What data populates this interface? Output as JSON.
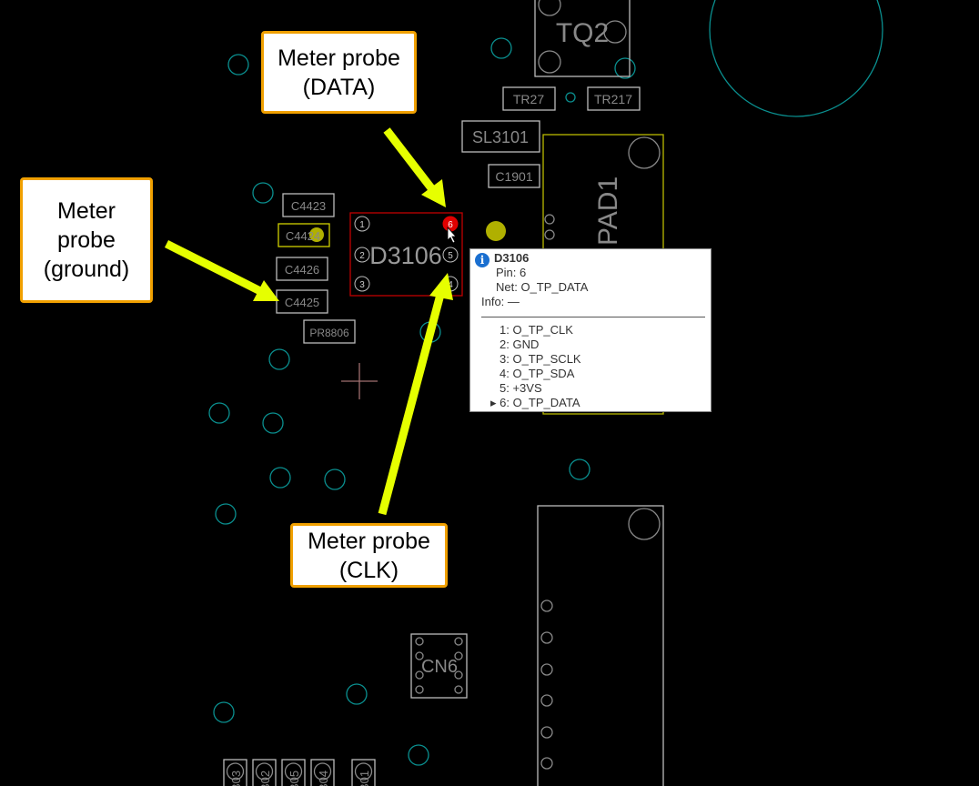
{
  "board": {
    "components": {
      "tq2": "TQ2",
      "tr27": "TR27",
      "tr217": "TR217",
      "sl3101": "SL3101",
      "c1901": "C1901",
      "pad1": "PAD1",
      "c4423": "C4423",
      "c4424": "C4424",
      "c4426": "C4426",
      "c4425": "C4425",
      "pr8806": "PR8806",
      "d3106": "D3106",
      "cn6": "CN6"
    },
    "bottom_parts": [
      "B03",
      "B02",
      "B05",
      "B04",
      "B01"
    ],
    "d3106_pins": [
      "1",
      "2",
      "3",
      "4",
      "5",
      "6"
    ],
    "highlight_color": "#e00000",
    "net_color": "#008b8b"
  },
  "callouts": {
    "data": [
      "Meter probe",
      "(DATA)"
    ],
    "ground": [
      "Meter",
      "probe",
      "(ground)"
    ],
    "clk": [
      "Meter probe",
      "(CLK)"
    ],
    "arrow_color": "#e6ff00",
    "border_color": "#f0a000"
  },
  "tooltip": {
    "title": "D3106",
    "pin": "Pin: 6",
    "net": "Net: O_TP_DATA",
    "info": "Info: —",
    "pins": [
      "1: O_TP_CLK",
      "2: GND",
      "3: O_TP_SCLK",
      "4: O_TP_SDA",
      "5: +3VS",
      "▸ 6: O_TP_DATA"
    ]
  }
}
